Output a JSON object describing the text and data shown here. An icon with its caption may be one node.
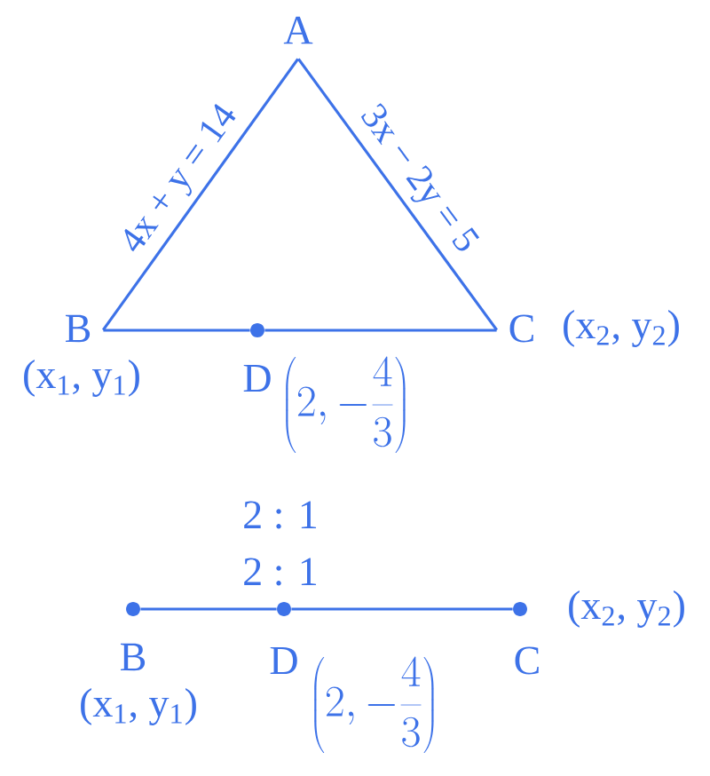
{
  "diagram": {
    "nodes": [
      {
        "text": [
          "A"
        ]
      },
      {
        "text": [
          "B"
        ],
        "beside": [
          "(x$_{1}$, y$_{1}$)"
        ]
      },
      {
        "text": [
          "C"
        ],
        "beside": [
          "(x$_{2}$, y$_{2}$)"
        ]
      },
      {
        "text": [
          "D"
        ],
        "beside": [
          "\\left(2, -\\frac{4}{3}\\right)"
        ]
      },
      {
        "text": [
          "B"
        ],
        "beside": [
          "(x$_{1}$, y$_{1}$)"
        ]
      },
      {
        "text": [
          "D"
        ],
        "beside": [
          "\\left(2, -\\frac{4}{3}\\right)"
        ]
      },
      {
        "text": [
          "C"
        ],
        "beside": [
          "(x$_{2}$, y$_{2}$)"
        ]
      }
    ],
    "edges": [
      {
        "from": 1,
        "to": 0,
        "arrow": "none",
        "label": "4x + y = 14"
      },
      {
        "from": 0,
        "to": 2,
        "arrow": "none",
        "label": "3x − 2y = 5"
      },
      {
        "from": 1,
        "to": 3,
        "arrow": "none"
      },
      {
        "from": 3,
        "to": 2,
        "arrow": "none"
      },
      {
        "from": 4,
        "to": 5,
        "arrow": "none"
      },
      {
        "from": 5,
        "to": 6,
        "arrow": "none"
      }
    ],
    "labels": [
      "2 : 1",
      "2 : 1"
    ]
  }
}
